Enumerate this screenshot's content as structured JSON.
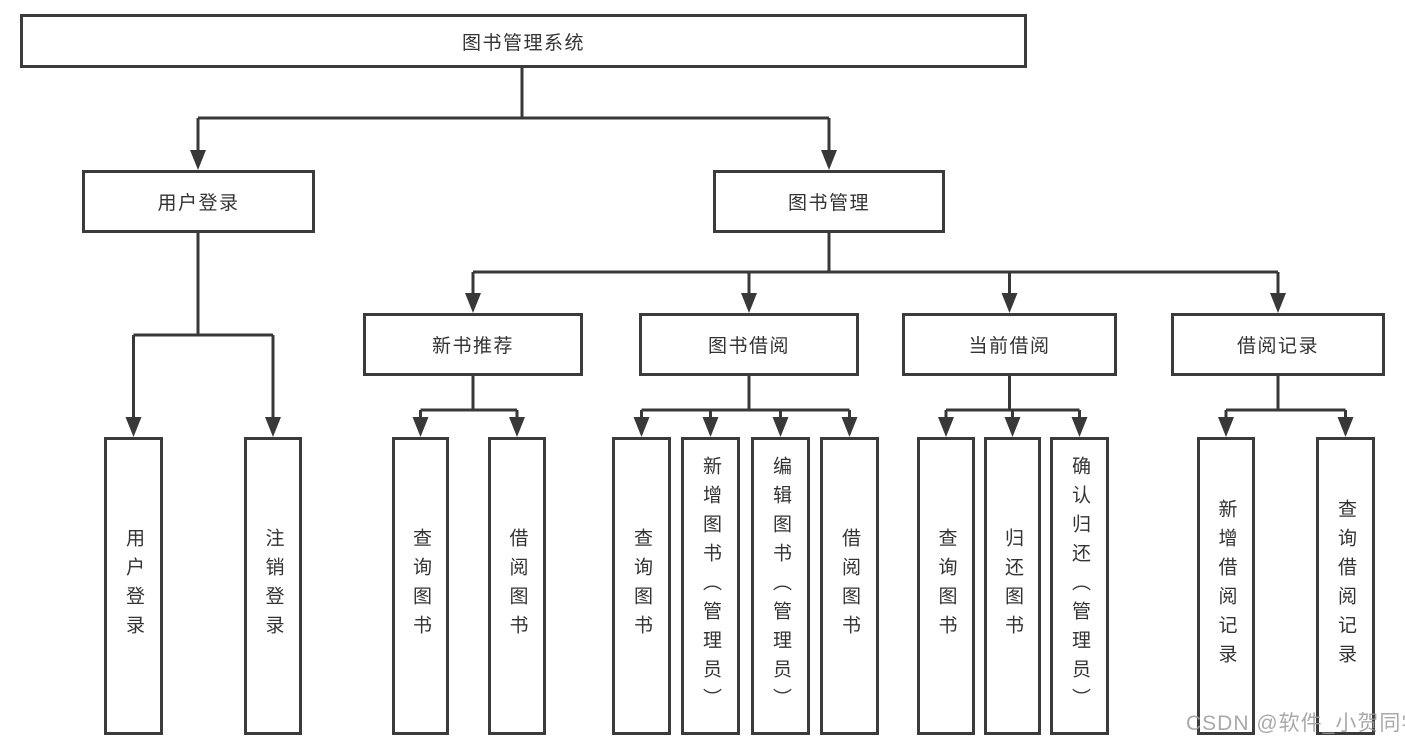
{
  "diagram": {
    "root": {
      "label": "图书管理系统"
    },
    "level1": [
      {
        "label": "用户登录",
        "children": [
          {
            "label": "用户登录"
          },
          {
            "label": "注销登录"
          }
        ]
      },
      {
        "label": "图书管理",
        "children": [
          {
            "label": "新书推荐",
            "children": [
              {
                "label": "查询图书"
              },
              {
                "label": "借阅图书"
              }
            ]
          },
          {
            "label": "图书借阅",
            "children": [
              {
                "label": "查询图书"
              },
              {
                "label": "新增图书（管理员）"
              },
              {
                "label": "编辑图书（管理员）"
              },
              {
                "label": "借阅图书"
              }
            ]
          },
          {
            "label": "当前借阅",
            "children": [
              {
                "label": "查询图书"
              },
              {
                "label": "归还图书"
              },
              {
                "label": "确认归还（管理员）"
              }
            ]
          },
          {
            "label": "借阅记录",
            "children": [
              {
                "label": "新增借阅记录"
              },
              {
                "label": "查询借阅记录"
              }
            ]
          }
        ]
      }
    ]
  },
  "watermark": {
    "text": "CSDN @软件_小贺同学"
  },
  "colors": {
    "line": "#383838",
    "border": "#3b3b3b",
    "text": "#333333",
    "watermark": "#9b9b9b",
    "background": "#ffffff"
  }
}
